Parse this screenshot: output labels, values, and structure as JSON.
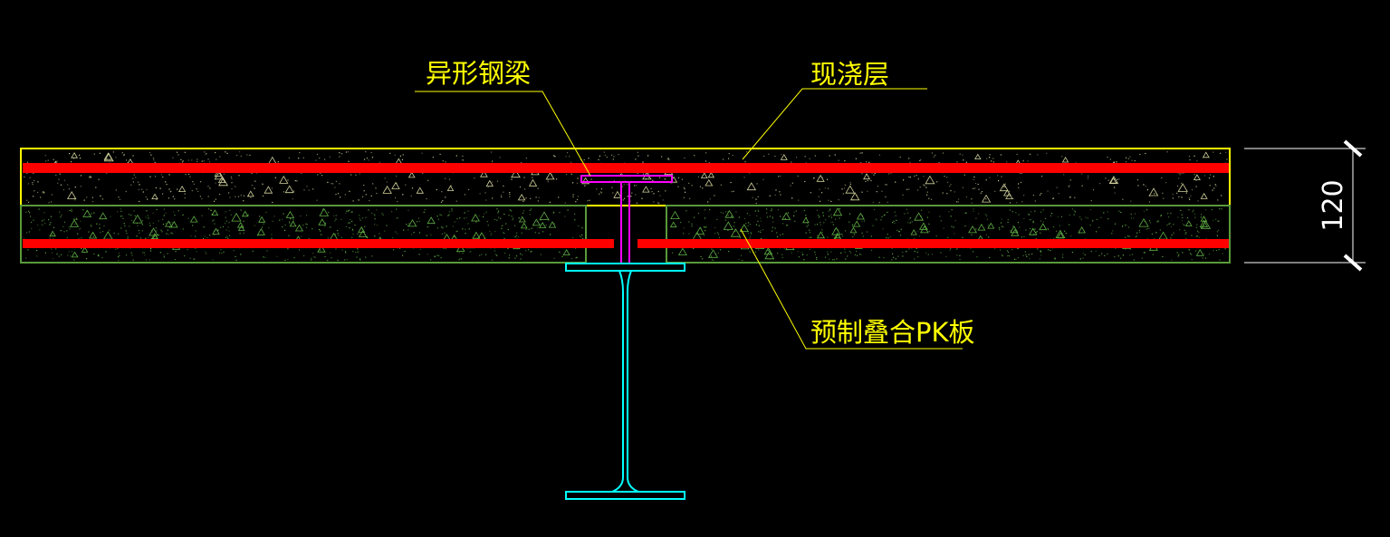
{
  "labels": {
    "special_steel_beam": "异形钢梁",
    "cast_in_place_layer": "现浇层",
    "precast_pk_slab": "预制叠合PK板"
  },
  "dimension": {
    "value": "120"
  },
  "colors": {
    "background": "#000000",
    "cast_layer_outline": "#ffff00",
    "precast_outline": "#5a9a3a",
    "rebar": "#ff0000",
    "steel_beam": "#00ffff",
    "special_beam": "#ff00ff",
    "leader_and_text": "#ffff00",
    "dimension": "#ffffff",
    "aggregate_light": "#cfcf9a",
    "aggregate_green": "#5fae45"
  }
}
